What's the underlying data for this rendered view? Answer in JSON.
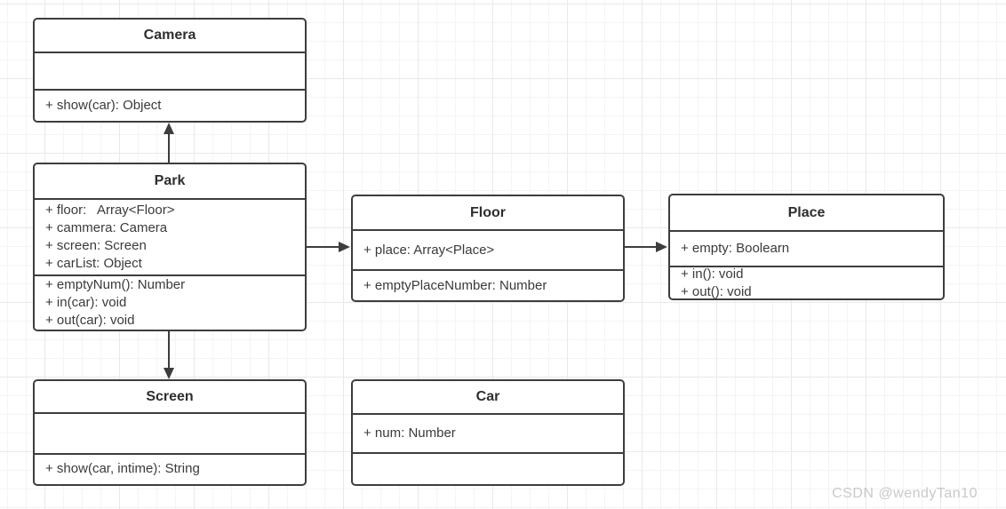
{
  "watermark": "CSDN @wendyTan10",
  "colors": {
    "shape_border": "#3d3d3d",
    "shape_fill": "#ffffff",
    "text": "#3a3a3a",
    "grid_minor": "#f4f4f4",
    "grid_major": "#e9e9e9",
    "watermark": "#c9c9c9"
  },
  "classes": {
    "camera": {
      "name": "Camera",
      "attributes": [],
      "methods": [
        "+ show(car): Object"
      ]
    },
    "park": {
      "name": "Park",
      "attributes": [
        "+ floor:   Array<Floor>",
        "+ cammera: Camera",
        "+ screen: Screen",
        "+ carList: Object"
      ],
      "methods": [
        "+ emptyNum(): Number",
        "+ in(car): void",
        "+ out(car): void"
      ]
    },
    "floor": {
      "name": "Floor",
      "attributes": [
        "+ place: Array<Place>"
      ],
      "methods": [
        "+ emptyPlaceNumber: Number"
      ]
    },
    "place": {
      "name": "Place",
      "attributes": [
        "+ empty: Boolearn"
      ],
      "methods": [
        "+ in(): void",
        "+ out(): void"
      ]
    },
    "screen": {
      "name": "Screen",
      "attributes": [],
      "methods": [
        "+ show(car, intime): String"
      ]
    },
    "car": {
      "name": "Car",
      "attributes": [
        "+ num: Number"
      ],
      "methods": []
    }
  },
  "relations": [
    {
      "from": "Park",
      "to": "Camera",
      "arrow": "up"
    },
    {
      "from": "Park",
      "to": "Floor",
      "arrow": "right"
    },
    {
      "from": "Floor",
      "to": "Place",
      "arrow": "right"
    },
    {
      "from": "Park",
      "to": "Screen",
      "arrow": "down"
    }
  ]
}
